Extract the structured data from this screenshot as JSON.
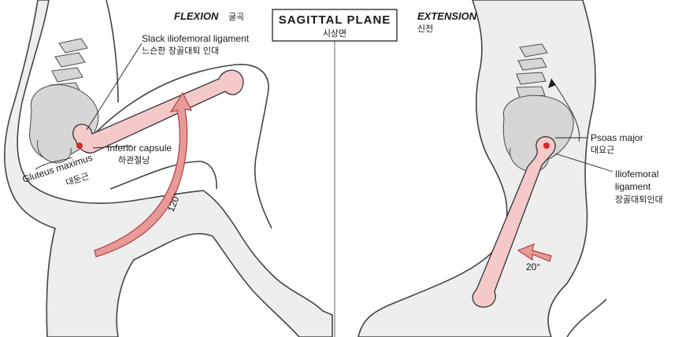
{
  "left": {
    "title": "FLEXION",
    "title_ko": "굴곡",
    "labels": {
      "slack_ligament": "Slack iliofemoral ligament",
      "slack_ligament_ko": "느슨한 장골대퇴 인대",
      "inferior_capsule": "Inferior capsule",
      "inferior_capsule_ko": "하관절낭",
      "gluteus": "Gluteus maximus",
      "gluteus_ko": "대둔근"
    },
    "angle": "120°"
  },
  "center": {
    "plane": "SAGITTAL PLANE",
    "plane_ko": "시상면"
  },
  "right": {
    "title": "EXTENSION",
    "title_ko": "신전",
    "labels": {
      "psoas": "Psoas major",
      "psoas_ko": "대요근",
      "ilio_line1": "Iliofemoral",
      "ilio_line2": "ligament",
      "ilio_ko": "장골대퇴인대"
    },
    "angle": "20°"
  },
  "colors": {
    "bone": "#f5c9c9",
    "arrow": "#e89a98",
    "pelvis": "#d6d6d6",
    "head": "#d42a2a"
  }
}
